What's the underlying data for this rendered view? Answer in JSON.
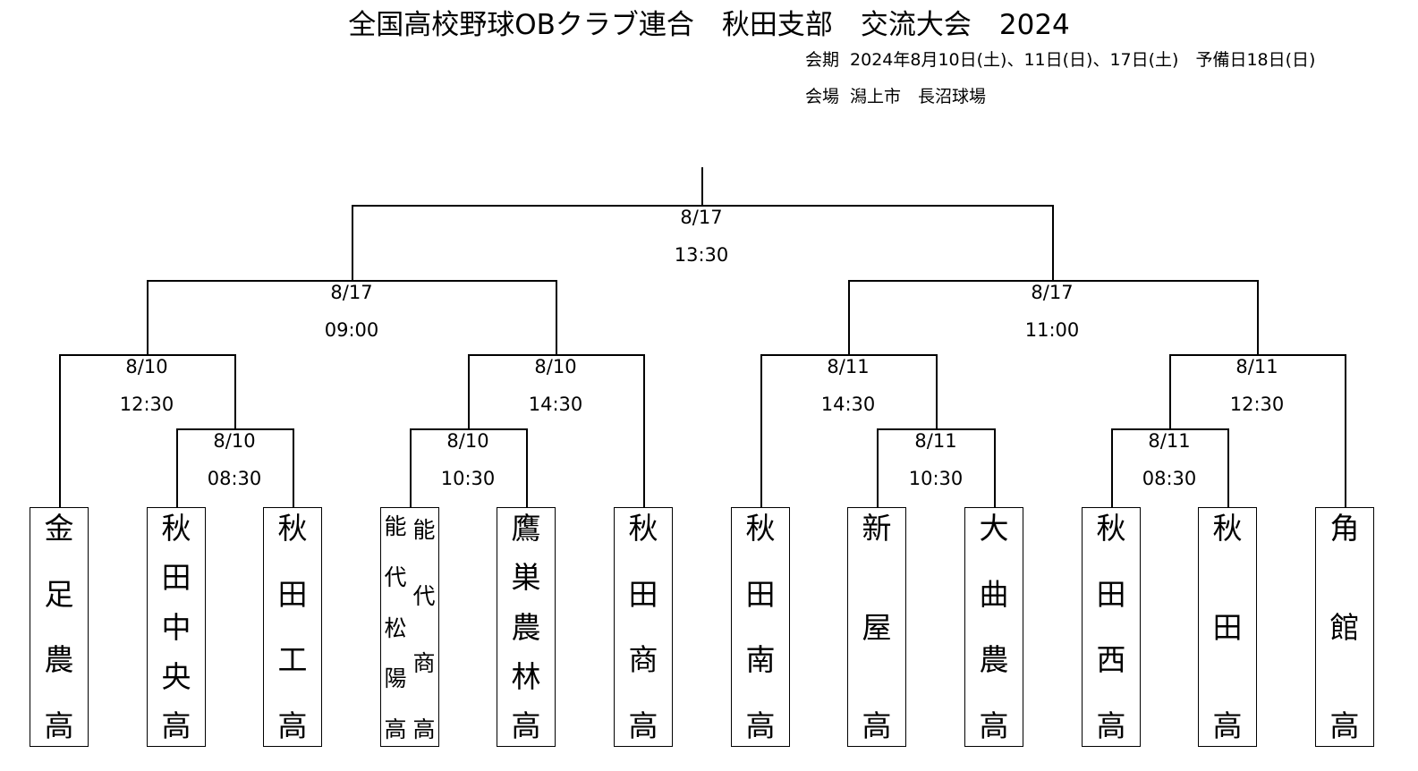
{
  "title": "全国高校野球OBクラブ連合　秋田支部　交流大会　2024",
  "period": {
    "label": "会期",
    "value": "2024年8月10日(土)、11日(日)、17日(土)　予備日18日(日)"
  },
  "venue": {
    "label": "会場",
    "value": "潟上市　長沼球場"
  },
  "matches": [
    {
      "date": "8/17",
      "time": "13:30"
    },
    {
      "date": "8/17",
      "time": "09:00"
    },
    {
      "date": "8/17",
      "time": "11:00"
    },
    {
      "date": "8/10",
      "time": "12:30"
    },
    {
      "date": "8/10",
      "time": "14:30"
    },
    {
      "date": "8/11",
      "time": "14:30"
    },
    {
      "date": "8/11",
      "time": "12:30"
    },
    {
      "date": "8/10",
      "time": "08:30"
    },
    {
      "date": "8/10",
      "time": "10:30"
    },
    {
      "date": "8/11",
      "time": "10:30"
    },
    {
      "date": "8/11",
      "time": "08:30"
    }
  ],
  "teams": [
    {
      "name": "金足農高"
    },
    {
      "name": "秋田中央高"
    },
    {
      "name": "秋田工高"
    },
    {
      "name": "能代松陽高 能代商高",
      "left": "能代松陽高",
      "right": "能代商高"
    },
    {
      "name": "鷹巣農林高"
    },
    {
      "name": "秋田商高"
    },
    {
      "name": "秋田南高"
    },
    {
      "name": "新屋高"
    },
    {
      "name": "大曲農高"
    },
    {
      "name": "秋田西高"
    },
    {
      "name": "秋田高"
    },
    {
      "name": "角館高"
    }
  ]
}
